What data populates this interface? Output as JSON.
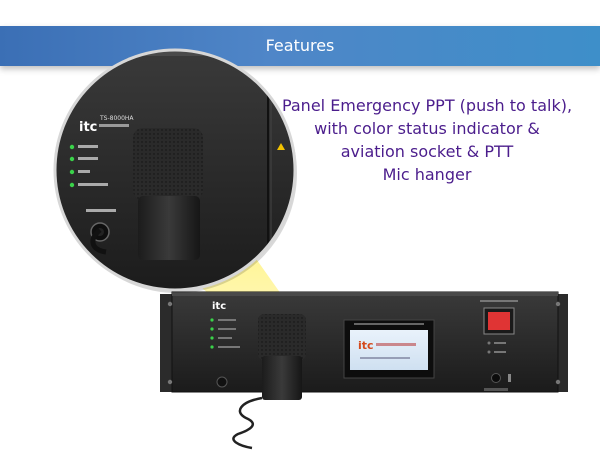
{
  "banner": {
    "title": "Features"
  },
  "description": {
    "lines": [
      "Panel Emergency PPT (push to talk),",
      "with color status indicator &",
      "aviation socket & PTT",
      "Mic hanger"
    ]
  },
  "zoom_panel": {
    "brand": "itc",
    "model": "TS-8000HA"
  },
  "device": {
    "brand": "itc"
  },
  "colors": {
    "banner": "#4a82c5",
    "text": "#4b1d8c",
    "panel": "#222222",
    "highlight": "#fff27a",
    "led_green": "#3ad24a",
    "warning": "#f2c200",
    "red_button": "#e03434"
  }
}
